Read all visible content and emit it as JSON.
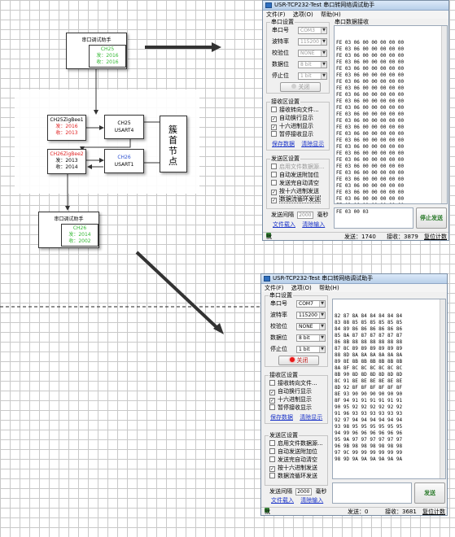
{
  "diagram": {
    "top_port": {
      "title": "串口调试助手",
      "chip": "CH25",
      "tx": "发：2016",
      "rx": "收：2016"
    },
    "bottom_port": {
      "title": "串口调试助手",
      "chip": "CH26",
      "tx": "发：2014",
      "rx": "收：2002"
    },
    "zigbee1": {
      "name": "CH25ZigBee1",
      "tx": "发：2016",
      "rx": "收：2013"
    },
    "zigbee2": {
      "name": "CH26ZigBee2",
      "tx": "发：2013",
      "rx": "收：2014"
    },
    "uart1": {
      "chip": "CH25",
      "port": "USART4"
    },
    "uart2": {
      "chip": "CH26",
      "port": "USART1"
    },
    "relay_node": "簇首节点"
  },
  "top_window": {
    "title": "USR-TCP232-Test 串口转网络调试助手",
    "menu": [
      "文件(F)",
      "选项(O)",
      "帮助(H)"
    ],
    "serial_group": "串口设置",
    "rx_data_label": "串口数据接收",
    "fields": [
      {
        "label": "串口号",
        "value": "COM3"
      },
      {
        "label": "波特率",
        "value": "115200"
      },
      {
        "label": "校验位",
        "value": "NONE"
      },
      {
        "label": "数据位",
        "value": "8 bit"
      },
      {
        "label": "停止位",
        "value": "1 bit"
      }
    ],
    "open_button": "关闭",
    "rx_group": "接收区设置",
    "rx_options": [
      "接收转向文件...",
      "自动换行显示",
      "十六进制显示",
      "暂停接收显示"
    ],
    "save_data": "保存数据",
    "clear_display": "清除显示",
    "tx_group": "发送区设置",
    "tx_options": [
      "启用文件数据源...",
      "自动发送附加位",
      "发送完自动清空",
      "按十六进制发送",
      "数据流循环发送"
    ],
    "interval_label": "发送间隔",
    "interval_value": "2000",
    "interval_unit": "毫秒",
    "file_load": "文件载入",
    "clear_input": "清除输入",
    "rx_lines": [
      "FE 03 06 00 00 00 00 00",
      "FE 03 06 00 00 00 00 00",
      "FE 03 06 00 00 00 00 00",
      "FE 03 06 00 00 00 00 00",
      "FE 03 06 00 00 00 00 00",
      "FE 03 06 00 00 00 00 00",
      "FE 03 06 00 00 00 00 00",
      "FE 03 06 00 00 00 00 00",
      "FE 03 06 00 00 00 00 00",
      "FE 03 06 00 00 00 00 00",
      "FE 03 06 00 00 00 00 00",
      "FE 03 06 00 00 00 00 00",
      "FE 03 06 00 00 00 00 00",
      "FE 03 06 00 00 00 00 00",
      "FE 03 06 00 00 00 00 00",
      "FE 03 06 00 00 00 00 00",
      "FE 03 06 00 00 00 00 00",
      "FE 03 06 00 00 00 00 00",
      "FE 03 06 00 00 00 00 00",
      "FE 03 06 00 00 00 00 00",
      "FE 03 06 00 00 00 00 00",
      "FE 03 06 00 00 00 00 00",
      "FE 03 06 00 00 00 00 00",
      "FE 03 06 00 00 00 00 00",
      "FE 03 06 00 00 00 00 00",
      "FE 03 06 00 00 00 00 00",
      "FE 03 06 00 00 00 00 00",
      "FE 03 06 00 00 00 00 00"
    ],
    "tx_text": "FE 03 00 03",
    "send_button": "停止发送",
    "status_ready": "就绪!",
    "status_sent": "发送：1740",
    "status_recv": "接收：3879",
    "status_reset": "复位计数"
  },
  "bottom_window": {
    "title": "USR-TCP232-Test 串口转网络调试助手",
    "menu": [
      "文件(F)",
      "选项(O)",
      "帮助(H)"
    ],
    "serial_group": "串口设置",
    "fields": [
      {
        "label": "串口号",
        "value": "COM7"
      },
      {
        "label": "波特率",
        "value": "115200"
      },
      {
        "label": "校验位",
        "value": "NONE"
      },
      {
        "label": "数据位",
        "value": "8 bit"
      },
      {
        "label": "停止位",
        "value": "1 bit"
      }
    ],
    "open_button": "关闭",
    "rx_group": "接收区设置",
    "rx_options": [
      "接收转向文件...",
      "自动换行显示",
      "十六进制显示",
      "暂停接收显示"
    ],
    "save_data": "保存数据",
    "clear_display": "清除显示",
    "tx_group": "发送区设置",
    "tx_options": [
      "启用文件数据源...",
      "自动发送附加位",
      "发送完自动清空",
      "按十六进制发送",
      "数据流循环发送"
    ],
    "interval_label": "发送间隔",
    "interval_value": "2000",
    "interval_unit": "毫秒",
    "file_load": "文件载入",
    "clear_input": "清除输入",
    "rx_lines": [
      "82 87 8A 84 84 84 84 84",
      "83 88 85 85 85 85 85 85",
      "84 89 86 86 86 86 86 86",
      "85 8A 87 87 87 87 87 87",
      "86 8B 88 88 88 88 88 88",
      "87 8C 89 89 89 89 89 89",
      "88 8D 8A 8A 8A 8A 8A 8A",
      "89 8E 8B 8B 8B 8B 8B 8B",
      "8A 8F 8C 8C 8C 8C 8C 8C",
      "8B 90 8D 8D 8D 8D 8D 8D",
      "8C 91 8E 8E 8E 8E 8E 8E",
      "8D 92 8F 8F 8F 8F 8F 8F",
      "8E 93 90 90 90 90 90 90",
      "8F 94 91 91 91 91 91 91",
      "90 95 92 92 92 92 92 92",
      "91 96 93 93 93 93 93 93",
      "92 97 94 94 94 94 94 94",
      "93 98 95 95 95 95 95 95",
      "94 99 96 96 96 96 96 96",
      "95 9A 97 97 97 97 97 97",
      "96 9B 98 98 98 98 98 98",
      "97 9C 99 99 99 99 99 99",
      "98 9D 9A 9A 9A 9A 9A 9A"
    ],
    "tx_text": "",
    "send_button": "发送",
    "status_ready": "就绪!",
    "status_sent": "发送：0",
    "status_recv": "接收：3681",
    "status_reset": "复位计数"
  }
}
